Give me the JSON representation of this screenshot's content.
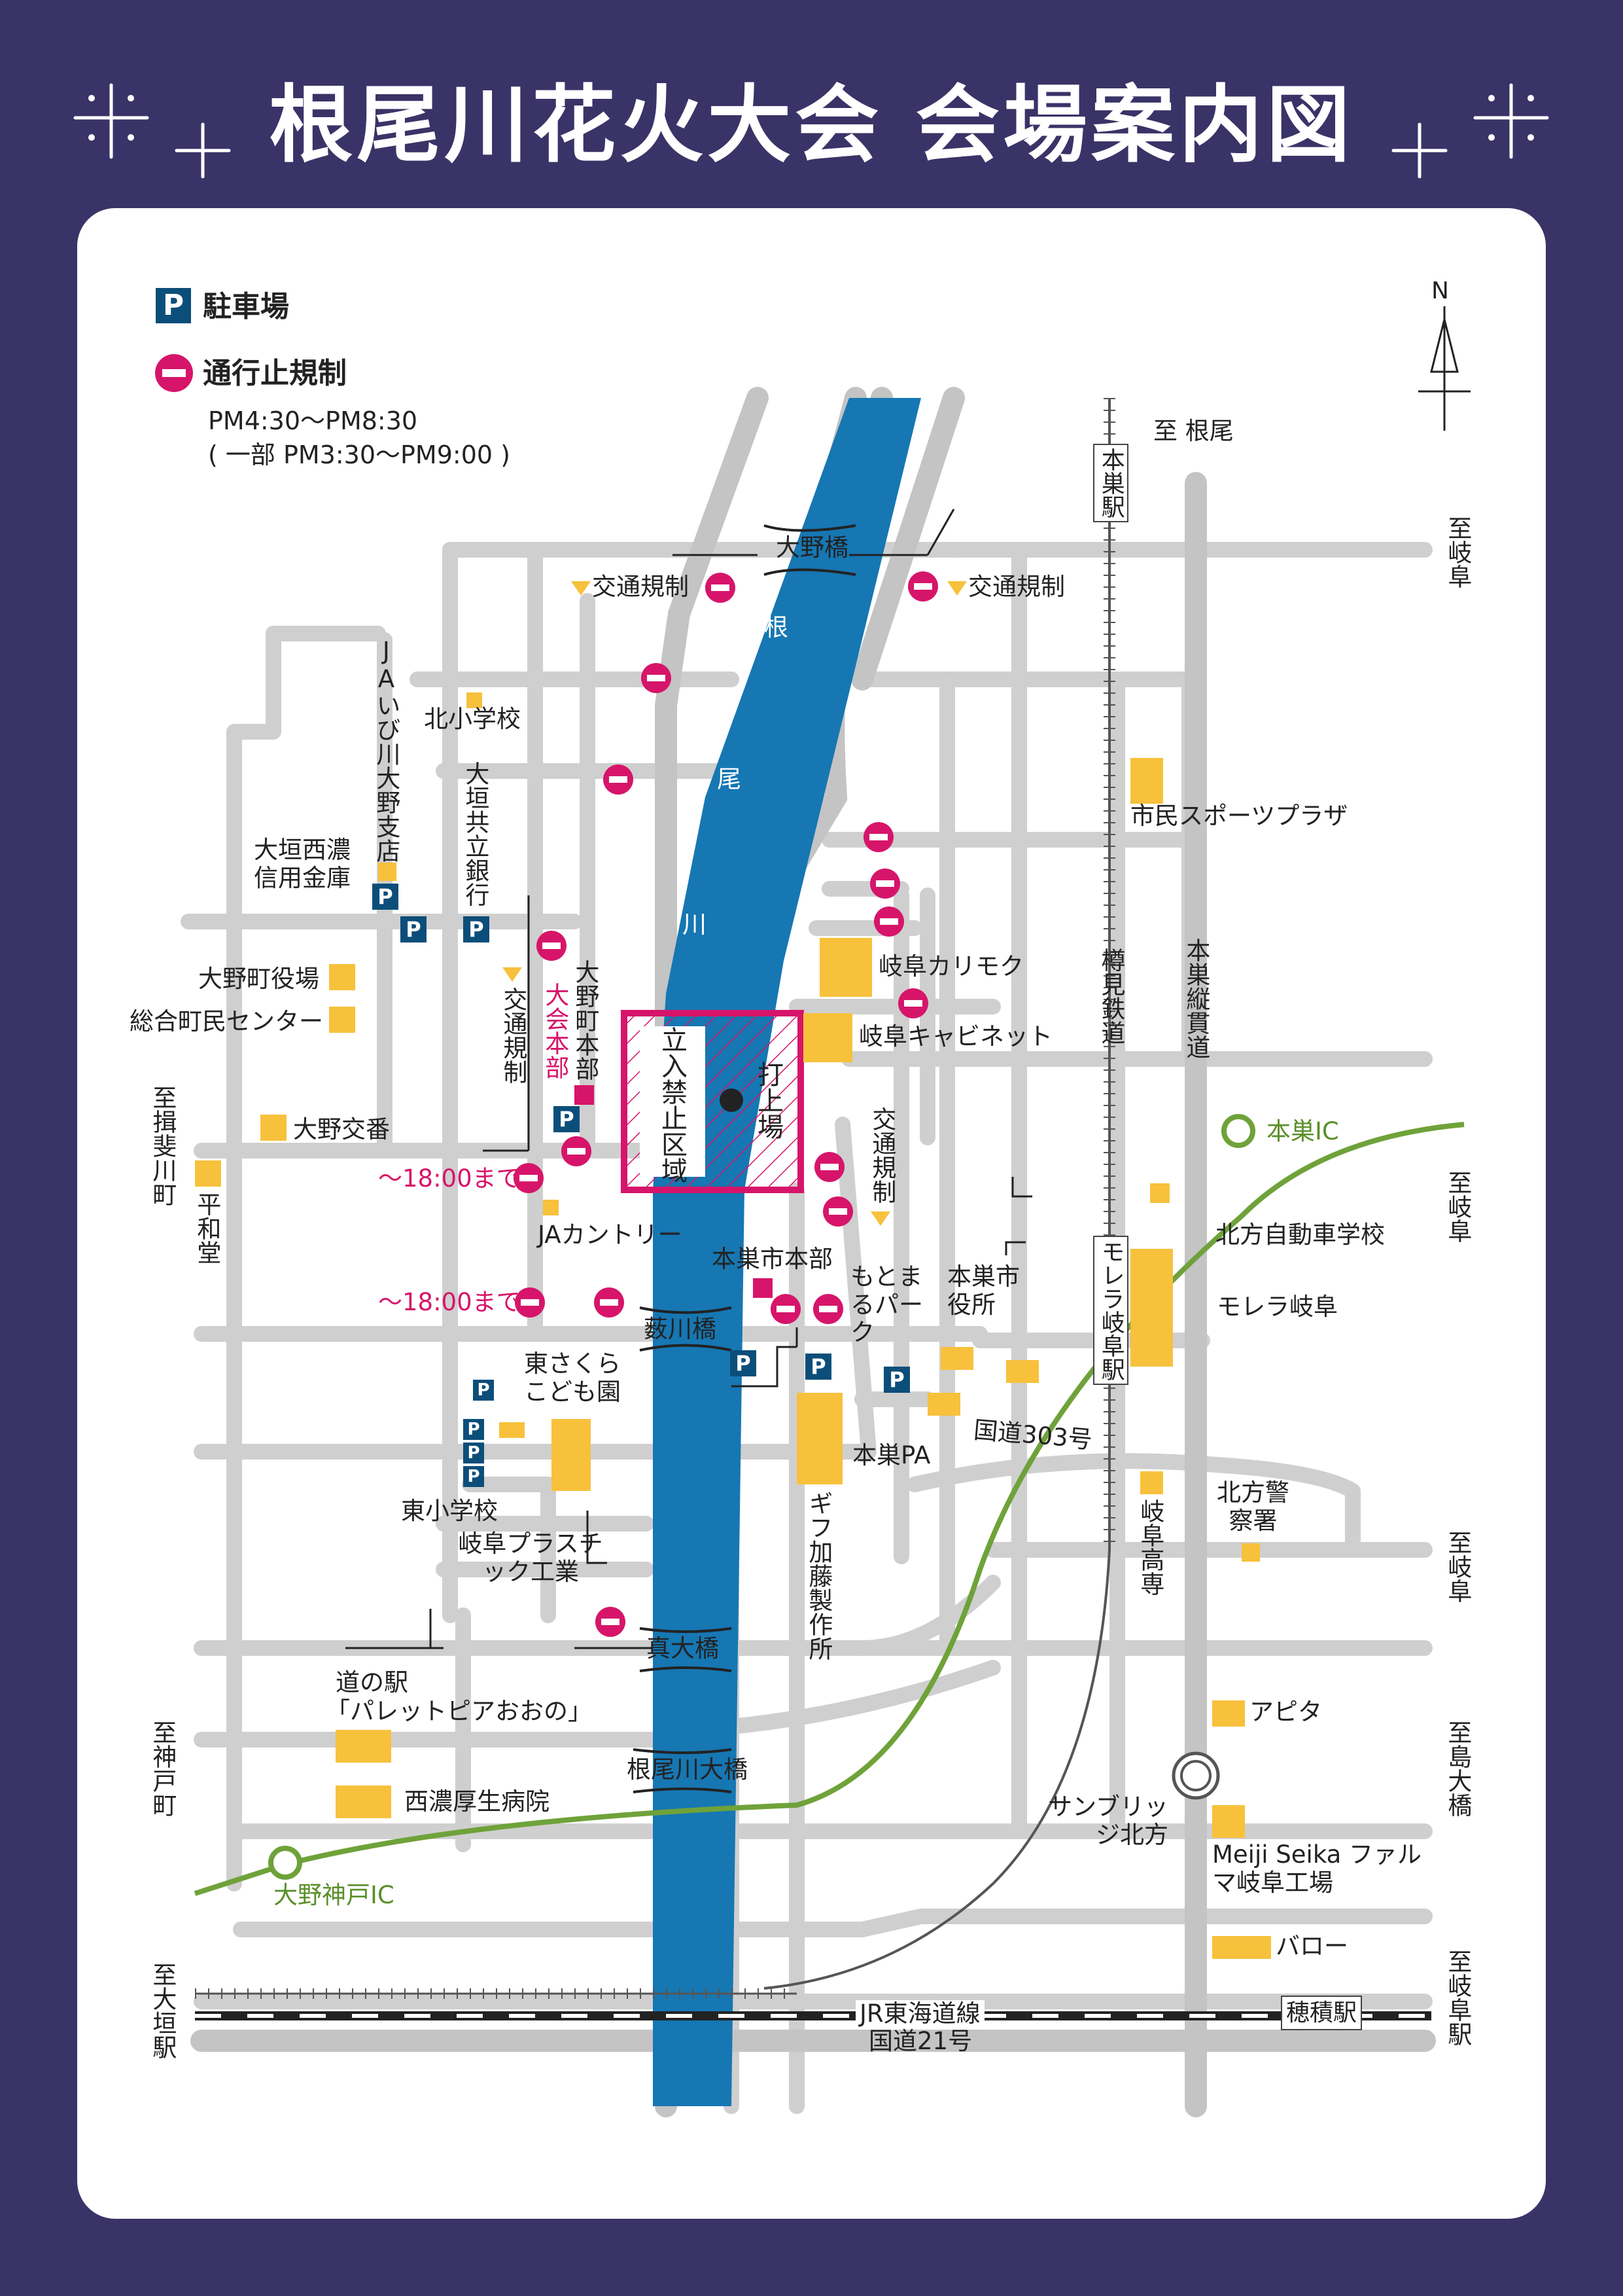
{
  "title": "根尾川花火大会 会場案内図",
  "legend": {
    "parking": "駐車場",
    "parking_mark": "P",
    "closure": "通行止規制",
    "time1": "PM4:30～PM8:30",
    "time2": "( 一部 PM3:30～PM9:00 )"
  },
  "north": "N",
  "river": {
    "name_chars": [
      "根",
      "尾",
      "川"
    ]
  },
  "no_entry": "立入禁止区域",
  "launch_site": "打上場",
  "bridges": {
    "ohno": "大野橋",
    "yabukawa": "薮川橋",
    "sanoo": "真大橋",
    "neokawa": "根尾川大橋"
  },
  "directions": {
    "neo": "至 根尾",
    "gifu_top": "至岐阜",
    "gifu_mid": "至岐阜",
    "gifu_low": "至岐阜",
    "gifu_eki": "至岐阜駅",
    "ibigawa": "至揖斐川町",
    "godo": "至神戸町",
    "ogaki_eki": "至大垣駅",
    "shimaohashi": "至島大橋"
  },
  "stations": {
    "motosu": "本巣駅",
    "morera": "モレラ岐阜駅",
    "hozumi": "穂積駅"
  },
  "rail": {
    "tarumi": "樽見鉄道",
    "jr": "JR東海道線"
  },
  "roads": {
    "motosu_jukan": "本巣縦貫道",
    "r303": "国道303号",
    "r21": "国道21号"
  },
  "ic": {
    "motosu": "本巣IC",
    "ohno_godo": "大野神戸IC"
  },
  "traffic": {
    "kotsu": "交通規制",
    "until18": "～18:00まで"
  },
  "places": {
    "ja_ibigawa": "JAいび川大野支店",
    "kita_elem": "北小学校",
    "ogaki_kyoritsu": "大垣共立銀行",
    "ogaki_seino": "大垣西濃信用金庫",
    "ohno_yakuba": "大野町役場",
    "sogo": "総合町民センター",
    "ohno_koban": "大野交番",
    "heiwado": "平和堂",
    "ohno_honbu": "大野町本部",
    "taikai_honbu": "大会本部",
    "ja_country": "JAカントリー",
    "higashi_sakura": "東さくらこども園",
    "higashi_elem": "東小学校",
    "gifu_plastic": "岐阜プラスチック工業",
    "michinoeki_1": "道の駅",
    "michinoeki_2": "「パレットピアおおの」",
    "seino_hospital": "西濃厚生病院",
    "shimin_sports": "市民スポーツプラザ",
    "karimoku": "岐阜カリモク",
    "cabinet": "岐阜キャビネット",
    "motosu_honbu": "本巣市本部",
    "motomaru": "もとまるパーク",
    "motosu_city": "本巣市役所",
    "motosu_pa": "本巣PA",
    "gifu_kato": "ギフ加藤製作所",
    "kitakata_driving": "北方自動車学校",
    "morera": "モレラ岐阜",
    "gifu_koсen": "岐阜高専",
    "kitakata_police": "北方警察署",
    "apita": "アピタ",
    "sunbridge": "サンブリッジ北方",
    "meiji": "Meiji Seika ファルマ岐阜工場",
    "barrow": "バロー"
  },
  "colors": {
    "background": "#3a3367",
    "road": "#cfcfcf",
    "river": "#1677b3",
    "closure": "#d6156a",
    "building": "#f7c13c",
    "parking": "#0c4e7a",
    "highway": "#6fa23a"
  }
}
